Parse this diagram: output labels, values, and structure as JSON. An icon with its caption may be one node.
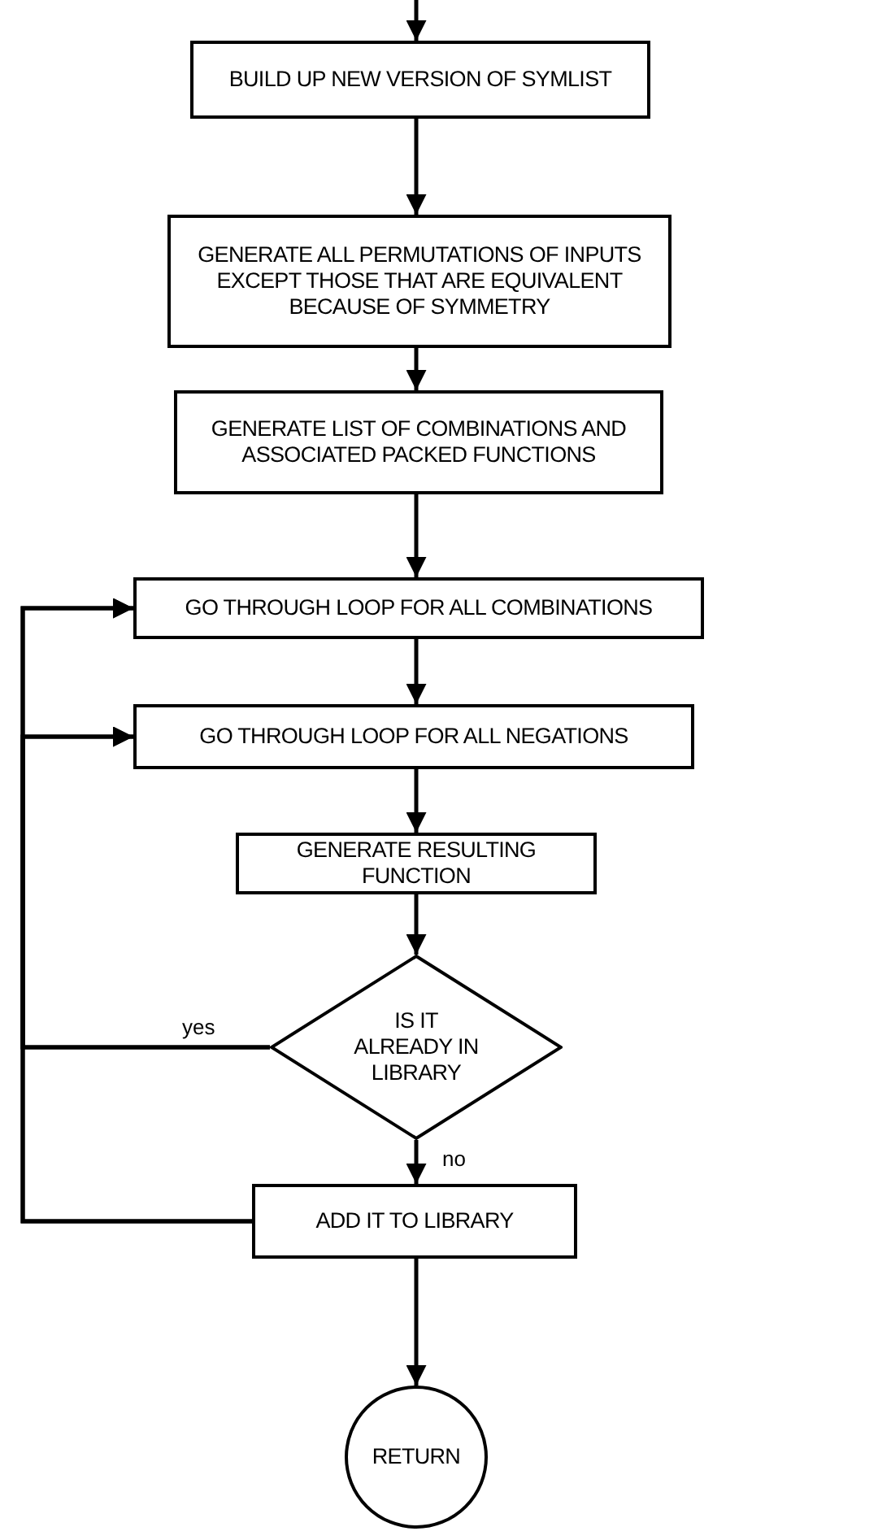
{
  "diagram": {
    "nodes": [
      {
        "text": [
          "BUILD UP NEW VERSION OF SYMLIST"
        ]
      },
      {
        "text": [
          "GENERATE ALL PERMUTATIONS OF INPUTS EXCEPT THOSE THAT ARE EQUIVALENT BECAUSE OF SYMMETRY"
        ]
      },
      {
        "text": [
          "GENERATE LIST OF COMBINATIONS AND ASSOCIATED PACKED FUNCTIONS"
        ]
      },
      {
        "text": [
          "GO THROUGH LOOP FOR ALL COMBINATIONS"
        ]
      },
      {
        "text": [
          "GO THROUGH LOOP FOR ALL NEGATIONS"
        ]
      },
      {
        "text": [
          "GENERATE RESULTING FUNCTION"
        ]
      },
      {
        "text": [
          "IS IT ALREADY IN LIBRARY"
        ]
      },
      {
        "text": [
          "ADD IT TO LIBRARY"
        ]
      },
      {
        "text": [
          "RETURN"
        ]
      }
    ],
    "edges": [
      {
        "from": null,
        "to": 0,
        "arrow": "to"
      },
      {
        "from": 0,
        "to": 1,
        "arrow": "to"
      },
      {
        "from": 1,
        "to": 2,
        "arrow": "to"
      },
      {
        "from": 2,
        "to": 3,
        "arrow": "to"
      },
      {
        "from": 3,
        "to": 4,
        "arrow": "to"
      },
      {
        "from": 4,
        "to": 5,
        "arrow": "to"
      },
      {
        "from": 5,
        "to": 6,
        "arrow": "to"
      },
      {
        "from": 6,
        "to": 7,
        "arrow": "to",
        "label": "no"
      },
      {
        "from": 7,
        "to": 8,
        "arrow": "to"
      },
      {
        "from": 6,
        "to": 3,
        "arrow": "to",
        "label": "yes"
      },
      {
        "from": 6,
        "to": 4,
        "arrow": "to"
      },
      {
        "from": 7,
        "to": 3,
        "arrow": "to"
      },
      {
        "from": 7,
        "to": 4,
        "arrow": "to"
      }
    ]
  }
}
